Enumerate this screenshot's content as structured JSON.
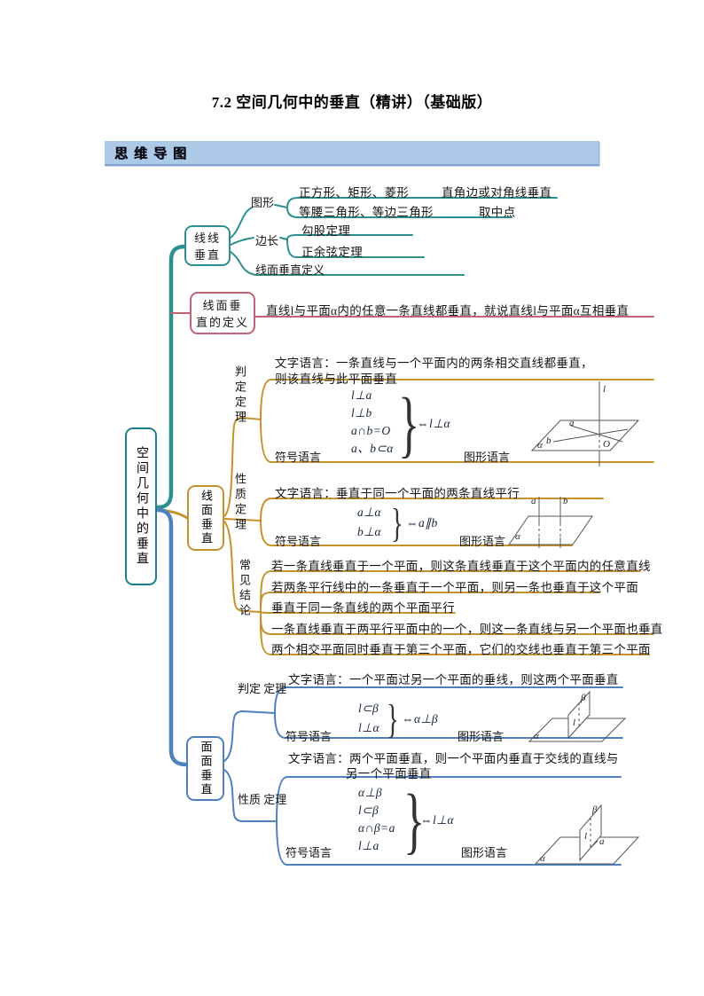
{
  "title": "7.2 空间几何中的垂直（精讲）（基础版）",
  "banner": "思维导图",
  "labels": {
    "fuhao": "符号语言",
    "tuxing": "图形语言",
    "brace": "}"
  },
  "root": {
    "label": "空间几何中的垂直"
  },
  "line_line": {
    "label_l1": "线线",
    "label_l2": "垂直",
    "tuxing_label": "图形",
    "items": [
      {
        "name": "正方形、矩形、菱形",
        "method": "直角边或对角线垂直"
      },
      {
        "name": "等腰三角形、等边三角形",
        "method": "取中点"
      }
    ],
    "bianchang_label": "边长",
    "bianchang_items": [
      "勾股定理",
      "正余弦定理"
    ],
    "dingyi_label": "线面垂直定义"
  },
  "line_plane_def": {
    "label_l1": "线面垂",
    "label_l2": "直的定义",
    "text": "直线l与平面α内的任意一条直线都垂直，就说直线l与平面α互相垂直"
  },
  "line_plane": {
    "label": "线面垂直",
    "judge": {
      "label": "判定定理",
      "wenzi": "文字语言：一条直线与一个平面内的两条相交直线都垂直，",
      "wenzi2": "则该直线与此平面垂直",
      "conditions": [
        "l⊥a",
        "l⊥b",
        "a∩b=O",
        "a、b⊂α"
      ],
      "conclusion": "⇔l⊥α"
    },
    "property": {
      "label": "性质定理",
      "wenzi": "文字语言：垂直于同一个平面的两条直线平行",
      "conditions": [
        "a⊥α",
        "b⊥α"
      ],
      "conclusion": "⇔a∥b"
    },
    "conclusions": {
      "label": "常见结论",
      "items": [
        "若一条直线垂直于一个平面，则这条直线垂直于这个平面内的任意直线",
        "若两条平行线中的一条垂直于一个平面，则另一条也垂直于这个平面",
        "垂直于同一条直线的两个平面平行",
        "一条直线垂直于两平行平面中的一个，则这一条直线与另一个平面也垂直",
        "两个相交平面同时垂直于第三个平面，它们的交线也垂直于第三个平面"
      ]
    }
  },
  "plane_plane": {
    "label": "面面垂直",
    "judge": {
      "label_l1": "判定",
      "label_l2": "定理",
      "wenzi": "文字语言：一个平面过另一个平面的垂线，则这两个平面垂直",
      "conditions": [
        "l⊂β",
        "l⊥α"
      ],
      "conclusion": "⇔α⊥β"
    },
    "property": {
      "label_l1": "性质",
      "label_l2": "定理",
      "wenzi": "文字语言：两个平面垂直，则一个平面内垂直于交线的直线与",
      "wenzi2": "另一个平面垂直",
      "conditions": [
        "α⊥β",
        "l⊂β",
        "α∩β=a",
        "l⊥a"
      ],
      "conclusion": "⇔l⊥α"
    }
  },
  "diagram_labels": {
    "l": "l",
    "a": "a",
    "b": "b",
    "O": "O",
    "alpha": "α",
    "beta": "β"
  },
  "colors": {
    "teal": "#2E8F8F",
    "rose": "#C06478",
    "gold": "#C5922E",
    "blue": "#4F81BD",
    "banner_bg": "#ADC9E8"
  }
}
